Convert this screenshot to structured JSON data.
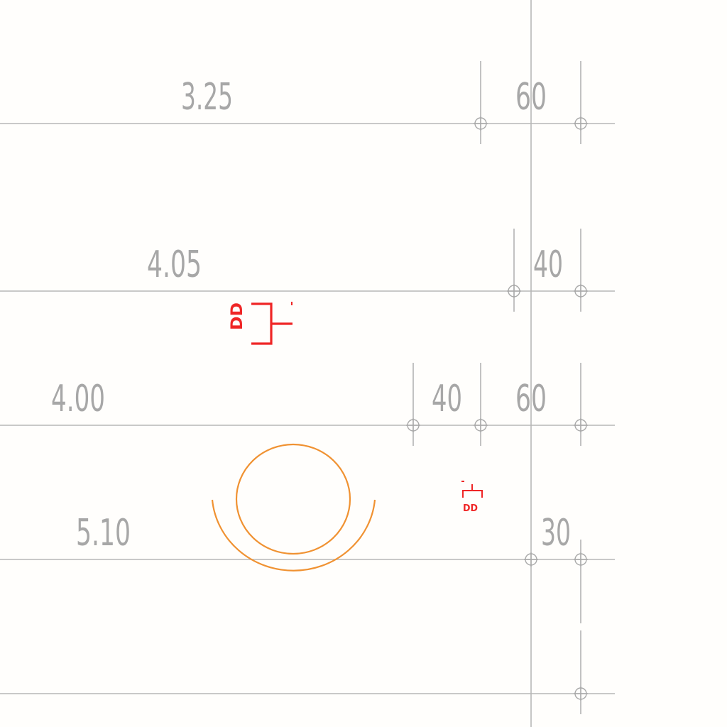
{
  "dimensions": {
    "row1_main": "3.25",
    "row1_right": "60",
    "row2_main": "4.05",
    "row2_right": "40",
    "row3_main": "4.00",
    "row3_mid": "40",
    "row3_right": "60",
    "row4_main": "5.10",
    "row4_right": "30"
  },
  "symbols": {
    "upper_red_label": "DD",
    "lower_red_label": "DD"
  },
  "colors": {
    "background": "#fffefc",
    "dimension_gray": "#a7a7a7",
    "orange": "#f09232",
    "red": "#ef2626"
  }
}
